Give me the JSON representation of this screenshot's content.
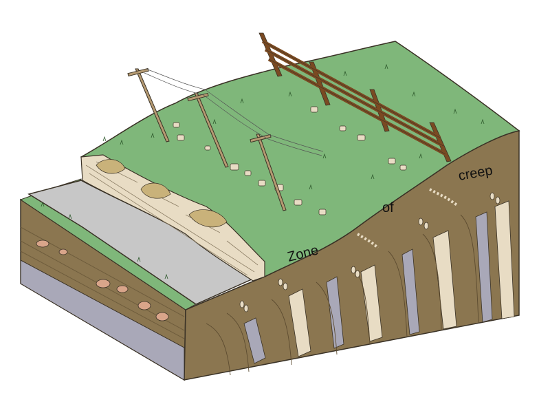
{
  "labels": {
    "word1": "Zone",
    "word2": "of",
    "word3": "creep"
  },
  "colors": {
    "grass": "#7fb77a",
    "grass_dark": "#5f9a5c",
    "soil": "#8b7650",
    "soil_dark": "#6e5c3c",
    "road": "#c7c7c7",
    "bedrock": "#a9a8b8",
    "rock_light": "#e8dcc4",
    "fence": "#7a4a22",
    "pole": "#b59a72",
    "outline": "#3a3226"
  }
}
